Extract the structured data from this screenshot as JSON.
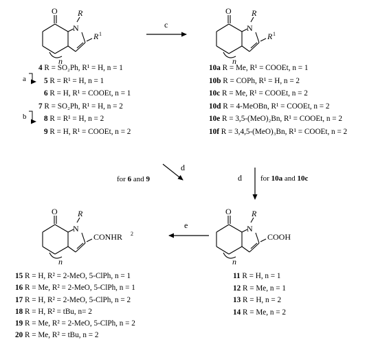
{
  "structure_labels": {
    "o": "O",
    "n": "N",
    "r": "R",
    "r1": "R",
    "r1_sup": "1",
    "ring_n": "n",
    "conhr": "CONHR",
    "conhr_sup": "2",
    "cooh": "COOH"
  },
  "reagents": {
    "a": "a",
    "b": "b",
    "c": "c",
    "d_top": "d",
    "d_right": "d",
    "e": "e",
    "for_left_pre": "for ",
    "for_left_c1": "6",
    "for_left_and": " and ",
    "for_left_c2": "9",
    "for_right_pre": "for ",
    "for_right_c1": "10a",
    "for_right_and": " and ",
    "for_right_c2": "10c"
  },
  "compounds_left_top": [
    {
      "id": "4",
      "desc": "R = SO₂Ph, R¹ = H, n = 1"
    },
    {
      "id": "5",
      "desc": "R = R¹ = H, n = 1"
    },
    {
      "id": "6",
      "desc": "R = H, R¹ = COOEt, n = 1"
    },
    {
      "id": "7",
      "desc": "R = SO₂Ph, R¹ = H, n = 2"
    },
    {
      "id": "8",
      "desc": "R = R¹ = H, n = 2"
    },
    {
      "id": "9",
      "desc": "R = H, R¹ = COOEt, n = 2"
    }
  ],
  "compounds_right_top": [
    {
      "id": "10a",
      "desc": "R = Me, R¹ = COOEt, n = 1"
    },
    {
      "id": "10b",
      "desc": "R = COPh, R¹ = H, n = 2"
    },
    {
      "id": "10c",
      "desc": "R = Me, R¹ = COOEt, n = 2"
    },
    {
      "id": "10d",
      "desc": "R = 4-MeOBn, R¹ = COOEt, n = 2"
    },
    {
      "id": "10e",
      "desc": "R = 3,5-(MeO)₂Bn, R¹ = COOEt, n = 2"
    },
    {
      "id": "10f",
      "desc": "R = 3,4,5-(MeO)₃Bn, R¹ = COOEt, n = 2"
    }
  ],
  "compounds_right_bottom": [
    {
      "id": "11",
      "desc": "R = H,  n = 1"
    },
    {
      "id": "12",
      "desc": "R = Me, n = 1"
    },
    {
      "id": "13",
      "desc": "R = H, n = 2"
    },
    {
      "id": "14",
      "desc": "R = Me, n = 2"
    }
  ],
  "compounds_left_bottom": [
    {
      "id": "15",
      "desc": "R = H,  R² = 2-MeO, 5-ClPh, n = 1"
    },
    {
      "id": "16",
      "desc": "R = Me, R² = 2-MeO, 5-ClPh, n = 1"
    },
    {
      "id": "17",
      "desc": "R = H, R² = 2-MeO, 5-ClPh, n = 2"
    },
    {
      "id": "18",
      "desc": "R = H, R² = tBu, n= 2"
    },
    {
      "id": "19",
      "desc": "R = Me, R² = 2-MeO, 5-ClPh, n = 2"
    },
    {
      "id": "20",
      "desc": "R = Me, R² = tBu, n = 2"
    }
  ]
}
